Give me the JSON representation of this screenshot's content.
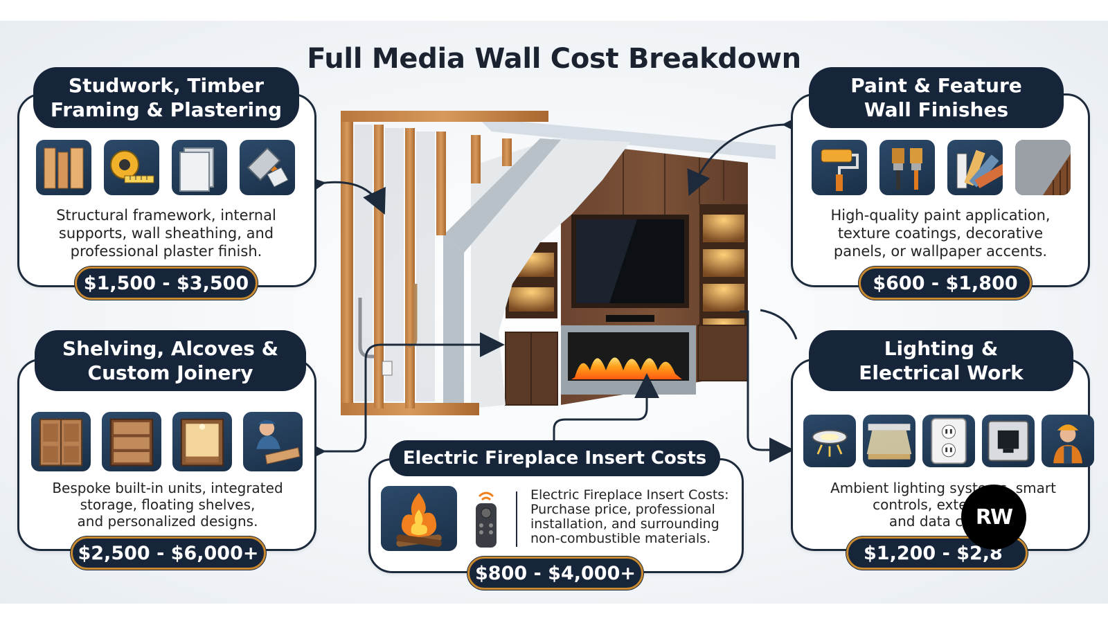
{
  "title": "Full Media Wall Cost Breakdown",
  "colors": {
    "navy": "#17253a",
    "gold": "#c9892e",
    "wood": "#5c3b26",
    "flame": "#f0801e"
  },
  "sections": {
    "studwork": {
      "heading": [
        "Studwork, Timber",
        "Framing & Plastering"
      ],
      "description": [
        "Structural framework, internal",
        "supports, wall sheathing, and",
        "professional plaster finish."
      ],
      "price": "$1,500 - $3,500",
      "icons": [
        "timber-icon",
        "tape-measure-icon",
        "plasterboard-icon",
        "plastering-trowel-icon"
      ]
    },
    "paint": {
      "heading": [
        "Paint & Feature",
        "Wall Finishes"
      ],
      "description": [
        "High-quality paint application,",
        "texture coatings, decorative",
        "panels, or wallpaper accents."
      ],
      "price": "$600 - $1,800",
      "icons": [
        "paint-roller-icon",
        "paint-brushes-icon",
        "color-swatches-icon",
        "wall-panel-icon"
      ]
    },
    "shelving": {
      "heading": [
        "Shelving, Alcoves &",
        "Custom Joinery"
      ],
      "description": [
        "Bespoke built-in units, integrated",
        "storage, floating shelves,",
        "and personalized designs."
      ],
      "price": "$2,500 - $6,000+",
      "icons": [
        "cabinet-icon",
        "bookshelf-icon",
        "lit-alcove-icon",
        "carpenter-icon"
      ]
    },
    "fireplace": {
      "heading": "Electric Fireplace Insert Costs",
      "description": [
        "Electric Fireplace Insert Costs:",
        "Purchase price, professional",
        "installation, and surrounding",
        "non-combustible materials."
      ],
      "price": "$800 - $4,000+",
      "icons": [
        "fire-icon",
        "remote-control-icon"
      ]
    },
    "lighting": {
      "heading": [
        "Lighting &",
        "Electrical Work"
      ],
      "description": [
        "Ambient lighting systems, smart",
        "controls, extensive r",
        "and data conne"
      ],
      "price": "$1,200 - $2,8",
      "icons": [
        "downlight-icon",
        "led-strip-icon",
        "power-outlet-icon",
        "data-socket-icon",
        "electrician-icon"
      ]
    }
  },
  "logo": "RW"
}
